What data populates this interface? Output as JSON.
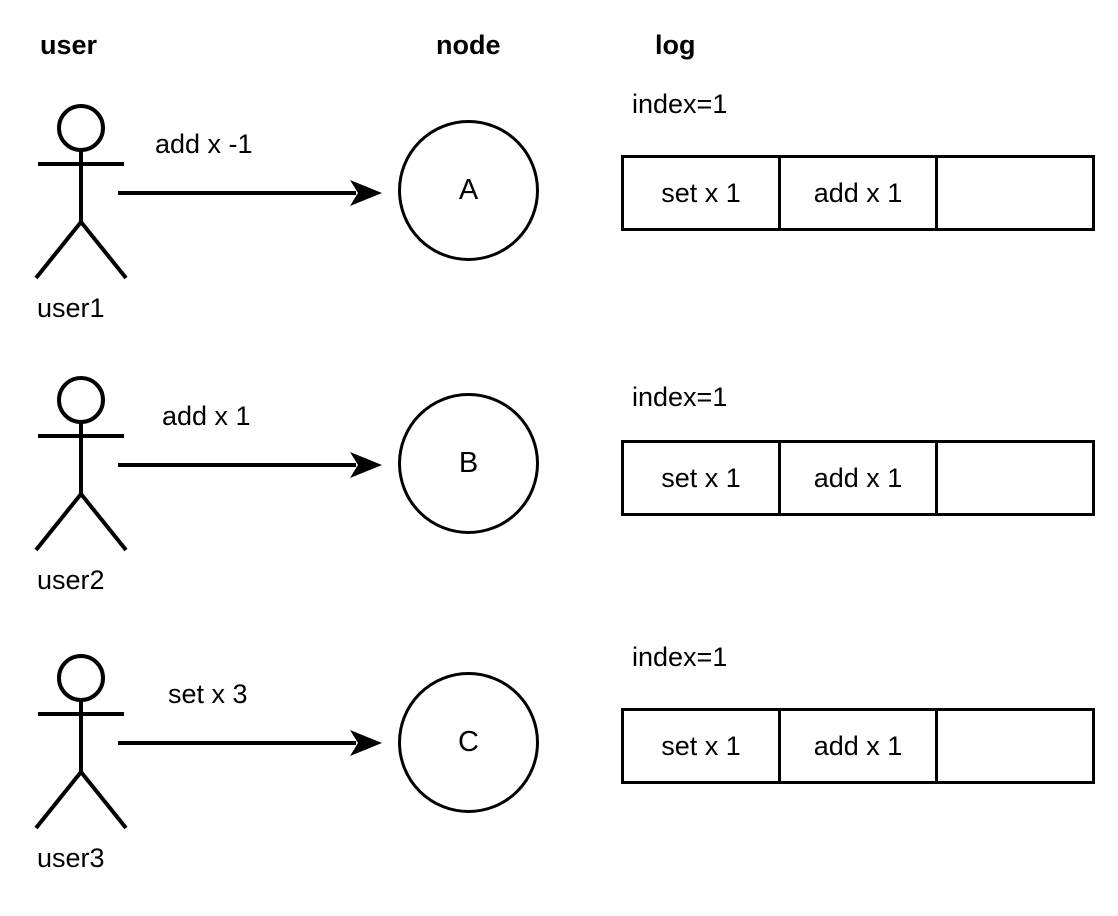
{
  "diagram": {
    "title": "replicated-log-diagram",
    "stroke_color": "#000000",
    "background_color": "#ffffff",
    "columns": [
      {
        "id": "user",
        "label": "user"
      },
      {
        "id": "node",
        "label": "node"
      },
      {
        "id": "log",
        "label": "log"
      }
    ]
  },
  "rows": [
    {
      "actor": {
        "icon": "stick-figure-icon",
        "label": "user1"
      },
      "message": {
        "label": "add x -1",
        "arrow": "right-arrow-icon"
      },
      "node": {
        "label": "A",
        "shape": "circle"
      },
      "log": {
        "index_label": "index=1",
        "cells": [
          {
            "text": "set x 1"
          },
          {
            "text": "add x 1"
          },
          {
            "text": ""
          }
        ]
      }
    },
    {
      "actor": {
        "icon": "stick-figure-icon",
        "label": "user2"
      },
      "message": {
        "label": "add x 1",
        "arrow": "right-arrow-icon"
      },
      "node": {
        "label": "B",
        "shape": "circle"
      },
      "log": {
        "index_label": "index=1",
        "cells": [
          {
            "text": "set x 1"
          },
          {
            "text": "add x 1"
          },
          {
            "text": ""
          }
        ]
      }
    },
    {
      "actor": {
        "icon": "stick-figure-icon",
        "label": "user3"
      },
      "message": {
        "label": "set x 3",
        "arrow": "right-arrow-icon"
      },
      "node": {
        "label": "C",
        "shape": "circle"
      },
      "log": {
        "index_label": "index=1",
        "cells": [
          {
            "text": "set x 1"
          },
          {
            "text": "add x 1"
          },
          {
            "text": ""
          }
        ]
      }
    }
  ]
}
